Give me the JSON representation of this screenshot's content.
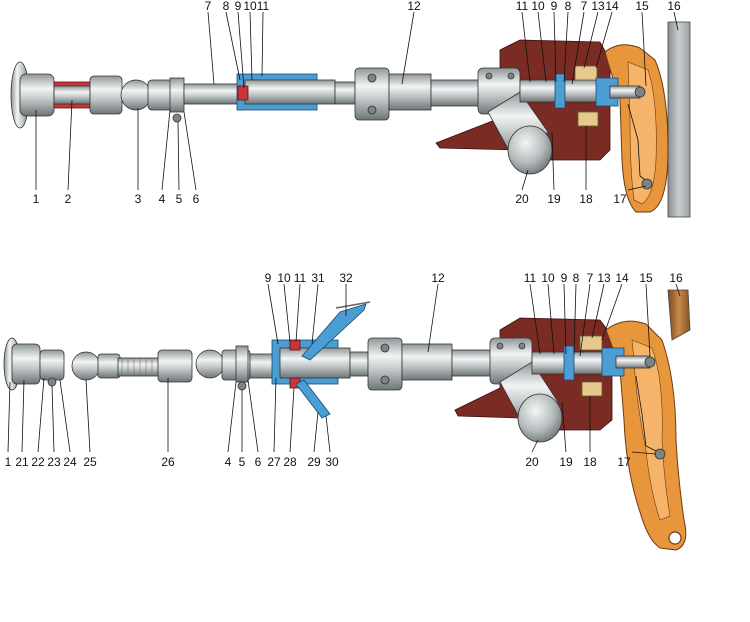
{
  "colors": {
    "steel": "#b9bfc1",
    "housing": "#7a2b23",
    "bracket": "#e8963c",
    "bushing": "#4a9ed3",
    "seal": "#c8353a"
  },
  "diagram_top": {
    "labels": {
      "l1": "1",
      "l2": "2",
      "l3": "3",
      "l4": "4",
      "l5": "5",
      "l6": "6",
      "l7": "7",
      "l8": "8",
      "l9": "9",
      "l10": "10",
      "l11": "11",
      "l12": "12",
      "l11b": "11",
      "l10b": "10",
      "l9b": "9",
      "l8b": "8",
      "l7b": "7",
      "l13": "13",
      "l14": "14",
      "l15": "15",
      "l16": "16",
      "l20": "20",
      "l19": "19",
      "l18": "18",
      "l17": "17"
    }
  },
  "diagram_bottom": {
    "labels": {
      "l1": "1",
      "l21": "21",
      "l22": "22",
      "l23": "23",
      "l24": "24",
      "l25": "25",
      "l26": "26",
      "l4": "4",
      "l5": "5",
      "l6": "6",
      "l27": "27",
      "l28": "28",
      "l29": "29",
      "l30": "30",
      "l9": "9",
      "l10": "10",
      "l11": "11",
      "l31": "31",
      "l32": "32",
      "l12": "12",
      "l11b": "11",
      "l10b": "10",
      "l9b": "9",
      "l8": "8",
      "l7": "7",
      "l13": "13",
      "l14": "14",
      "l15": "15",
      "l16": "16",
      "l20": "20",
      "l19": "19",
      "l18": "18",
      "l17": "17"
    }
  }
}
